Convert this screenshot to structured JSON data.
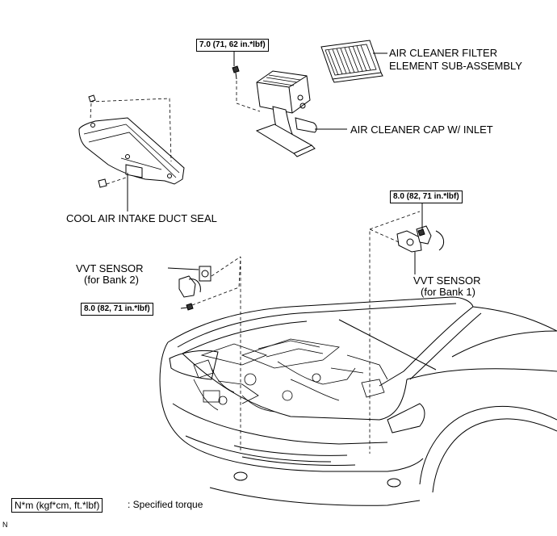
{
  "labels": {
    "air_cleaner_filter_line1": "AIR CLEANER FILTER",
    "air_cleaner_filter_line2": "ELEMENT SUB-ASSEMBLY",
    "air_cleaner_cap": "AIR CLEANER CAP W/ INLET",
    "cool_air_intake_duct_seal": "COOL AIR INTAKE DUCT SEAL",
    "vvt_sensor_bank2_line1": "VVT SENSOR",
    "vvt_sensor_bank2_line2": "(for Bank 2)",
    "vvt_sensor_bank1_line1": "VVT SENSOR",
    "vvt_sensor_bank1_line2": "(for Bank 1)"
  },
  "torques": {
    "air_cleaner_bolt": "7.0 (71, 62 in.*lbf)",
    "vvt_bank1_bolt": "8.0 (82, 71 in.*lbf)",
    "vvt_bank2_bolt": "8.0 (82, 71 in.*lbf)"
  },
  "legend": {
    "unit_box": "N*m (kgf*cm, ft.*lbf)",
    "description": ": Specified torque"
  },
  "figure_code": "N"
}
